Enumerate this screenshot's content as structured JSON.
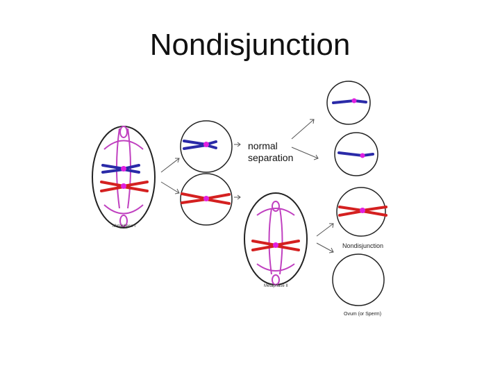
{
  "title": "Nondisjunction",
  "labels": {
    "metaphase_1": "Metaphase I",
    "metaphase_2": "Metaphase II",
    "normal_line1": "normal",
    "normal_line2": "separation",
    "nondisjunction": "Nondisjunction",
    "ovum": "Ovum (or Sperm)"
  },
  "colors": {
    "spindle": "#c040c0",
    "chromosome_blue": "#2a2aa8",
    "chromosome_red": "#d42020",
    "centromere": "#e020e0",
    "cell_outline": "#222222",
    "arrow": "#555555"
  }
}
